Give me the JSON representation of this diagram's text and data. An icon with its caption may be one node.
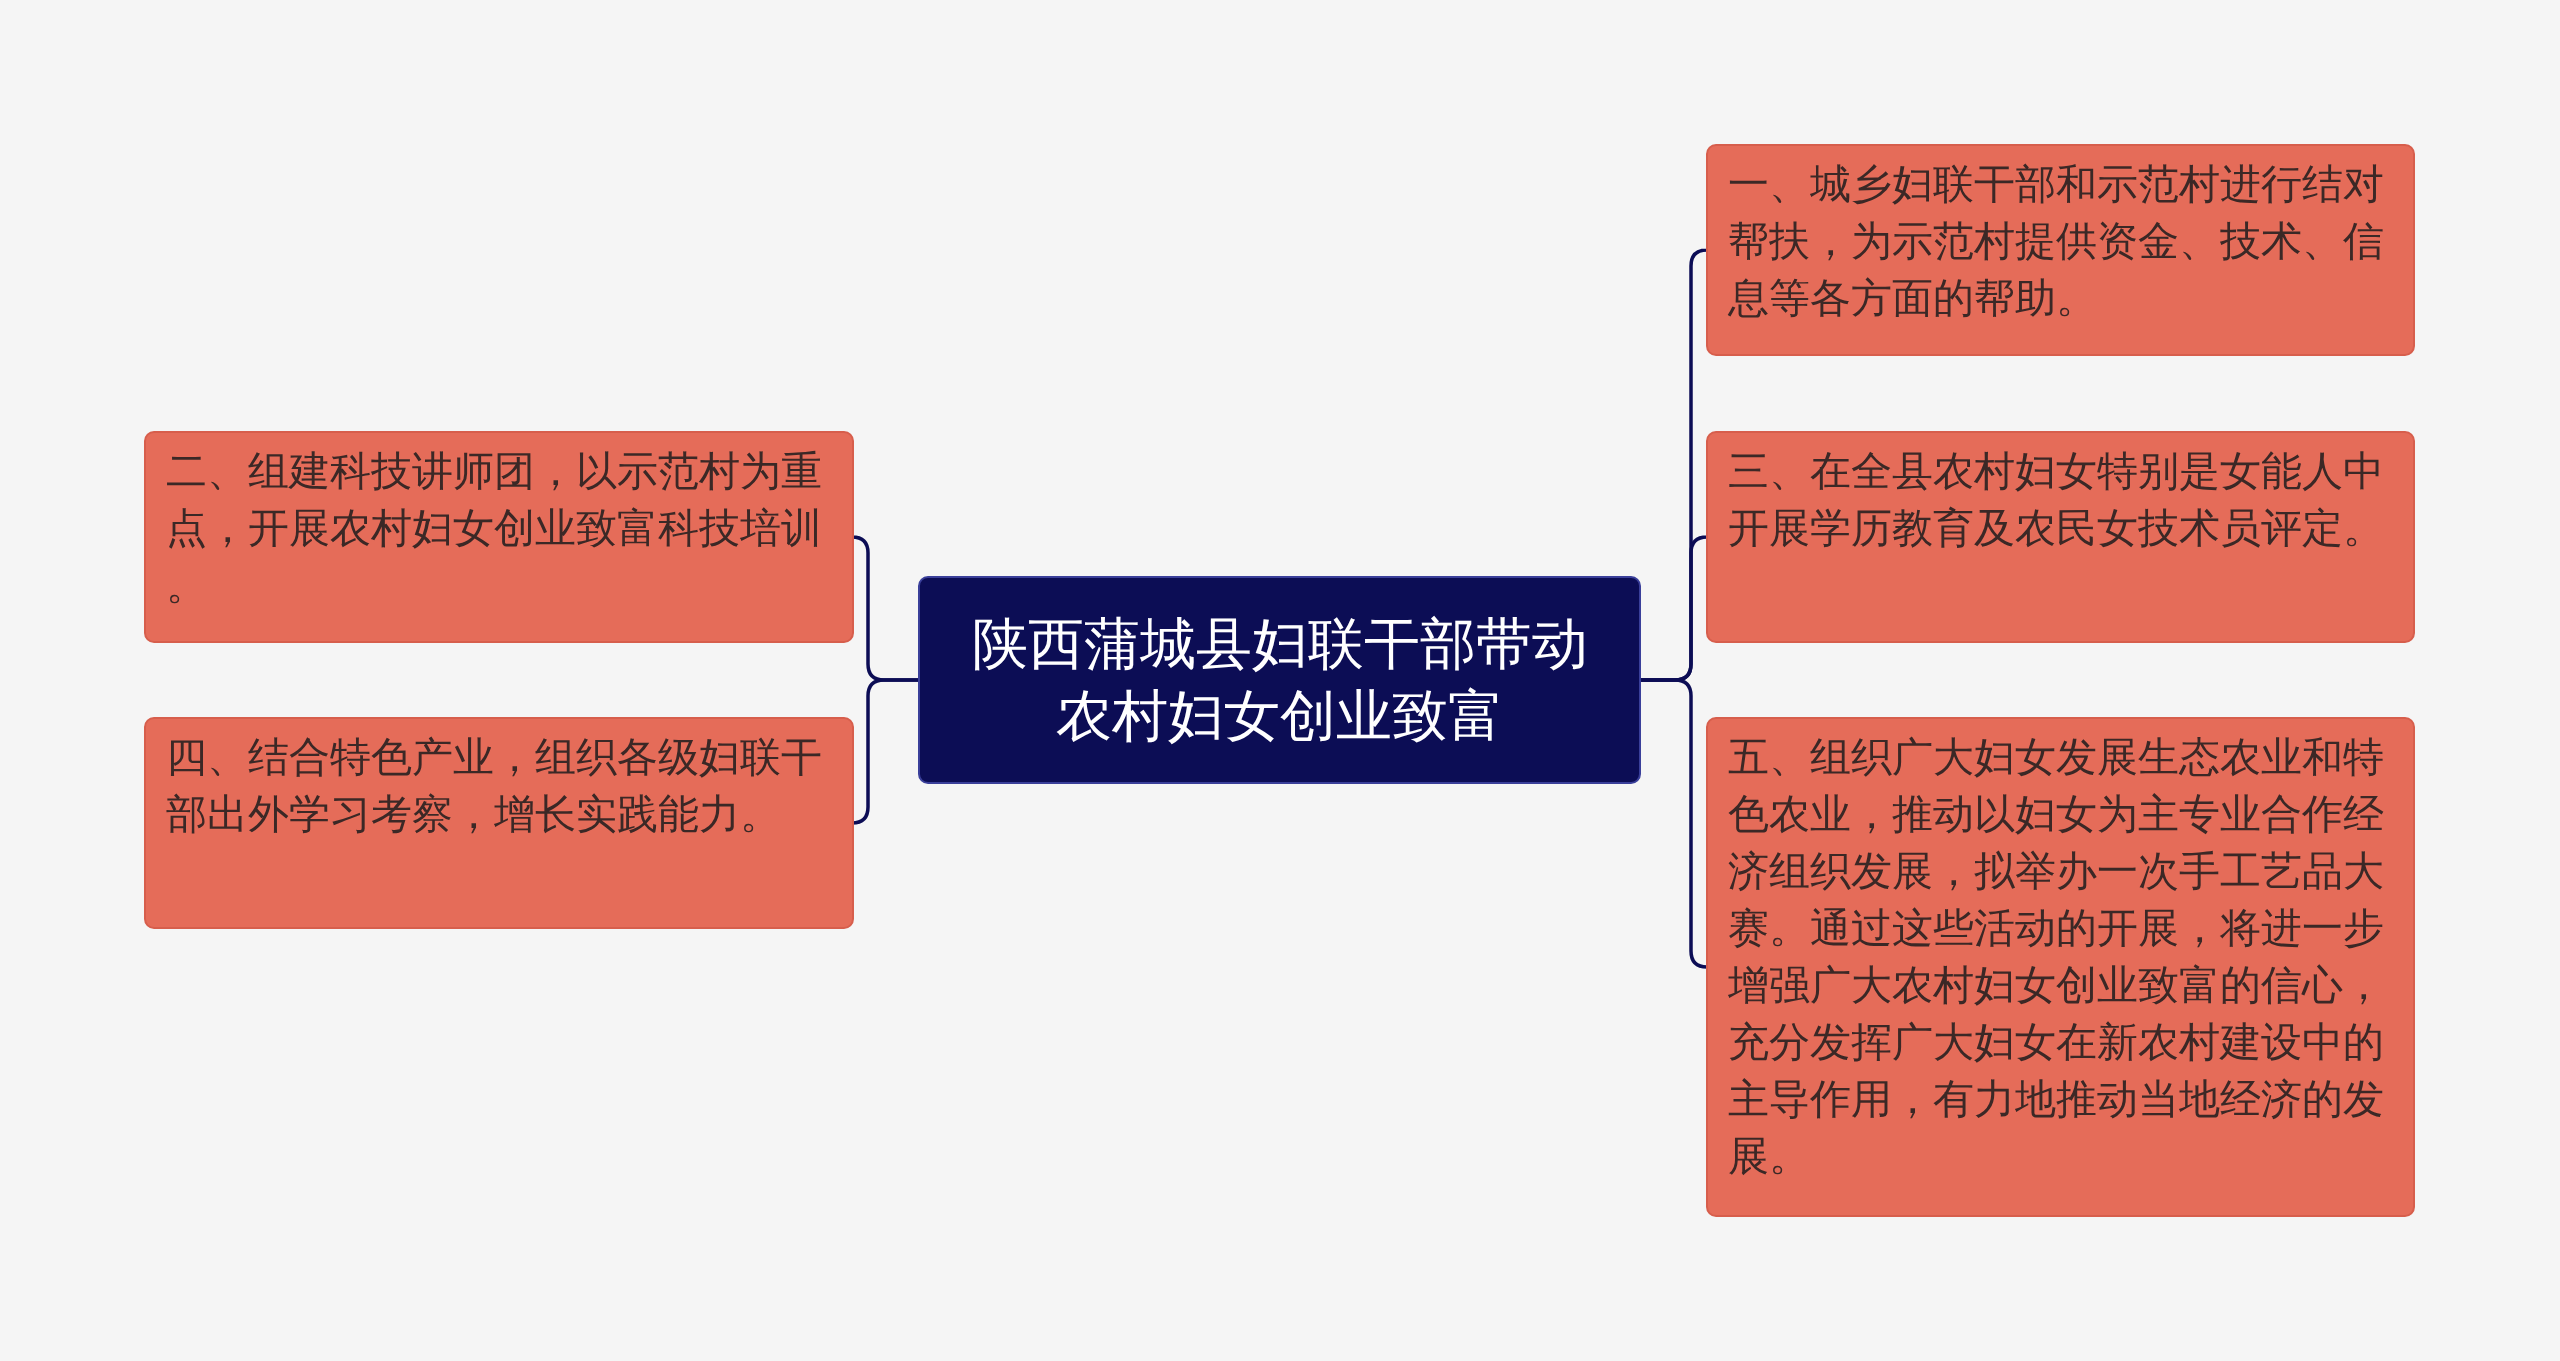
{
  "diagram": {
    "nodes": [
      {
        "text": [
          "陕西蒲城县妇联干部带动农村妇女创业致富"
        ]
      },
      {
        "text": [
          "一、城乡妇联干部和示范村进行结对帮扶，为示范村提供资金、技术、信息等各方面的帮助。"
        ]
      },
      {
        "text": [
          "二、组建科技讲师团，以示范村为重点，开展农村妇女创业致富科技培训。"
        ]
      },
      {
        "text": [
          "三、在全县农村妇女特别是女能人中开展学历教育及农民女技术员评定。"
        ]
      },
      {
        "text": [
          "四、结合特色产业，组织各级妇联干部出外学习考察，增长实践能力。"
        ]
      },
      {
        "text": [
          "五、组织广大妇女发展生态农业和特色农业，推动以妇女为主专业合作经济组织发展，拟举办一次手工艺品大赛。通过这些活动的开展，将进一步增强广大农村妇女创业致富的信心，充分发挥广大妇女在新农村建设中的主导作用，有力地推动当地经济的发展。"
        ]
      }
    ],
    "edges": [
      {
        "from": 0,
        "to": 1,
        "arrow": "none"
      },
      {
        "from": 0,
        "to": 2,
        "arrow": "none"
      },
      {
        "from": 0,
        "to": 3,
        "arrow": "none"
      },
      {
        "from": 0,
        "to": 4,
        "arrow": "none"
      },
      {
        "from": 0,
        "to": 5,
        "arrow": "none"
      }
    ]
  }
}
